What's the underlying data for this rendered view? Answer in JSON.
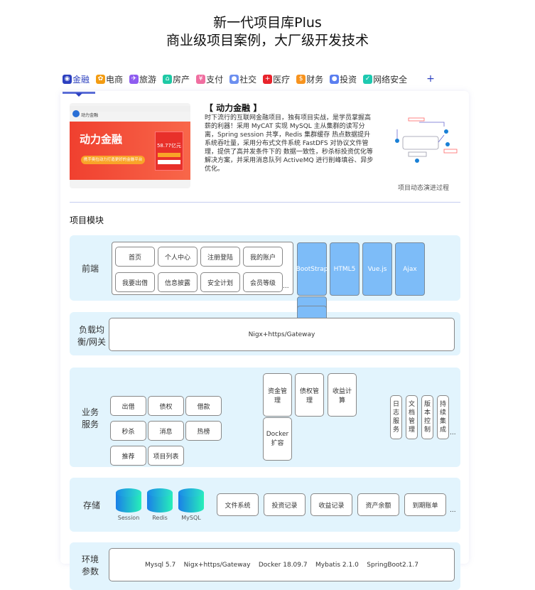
{
  "header": {
    "title": "新一代项目库Plus",
    "subtitle": "商业级项目案例，大厂级开发技术"
  },
  "tabs": [
    {
      "label": "金融",
      "icon": "finance-icon",
      "color": "#2b3fbf",
      "active": true
    },
    {
      "label": "电商",
      "icon": "shop-bag-icon",
      "color": "#f39c12"
    },
    {
      "label": "旅游",
      "icon": "airplane-icon",
      "color": "#8e5cf0"
    },
    {
      "label": "房产",
      "icon": "house-icon",
      "color": "#1ec9a5"
    },
    {
      "label": "支付",
      "icon": "payment-icon",
      "color": "#f06ea0"
    },
    {
      "label": "社交",
      "icon": "user-icon",
      "color": "#6c8ff0"
    },
    {
      "label": "医疗",
      "icon": "medical-kit-icon",
      "color": "#e8232c"
    },
    {
      "label": "财务",
      "icon": "dollar-icon",
      "color": "#f7931e"
    },
    {
      "label": "投资",
      "icon": "money-bag-icon",
      "color": "#5a7ef0"
    },
    {
      "label": "网络安全",
      "icon": "shield-icon",
      "color": "#1ec9b0"
    }
  ],
  "tab_add": "+",
  "project": {
    "thumb": {
      "brand": "动力金融",
      "amount": "58.77亿元",
      "slogan": "携手奥拉动力打造更好的金融平台"
    },
    "title": "【 动力金融 】",
    "description": "时下流行的互联网金融项目，独有项目实战，是学员掌握高薪的利器！采用 MyCAT 实现 MySQL 主从集群的读写分离，Spring session 共享，Redis 集群缓存 热点数据提升系统吞吐量，采用分布式文件系统 FastDFS 对协议文件管理，提供了高并发条件下的 数据一致性，秒杀标投资优化等解决方案，并采用消息队列 ActiveMQ 进行削峰填谷、异步优化。",
    "diagram_caption": "项目动态演进过程"
  },
  "modules_title": "项目模块",
  "frontend": {
    "label": "前端",
    "pages": [
      "首页",
      "个人中心",
      "注册登陆",
      "我的账户",
      "我要出借",
      "信息披露",
      "安全计划",
      "会员等级"
    ],
    "more": "...",
    "tech": [
      "BootStrap",
      "HTML5",
      "Vue.js",
      "Ajax"
    ]
  },
  "gateway": {
    "label": "负载均衡/网关",
    "value": "Nigx+https/Gateway"
  },
  "business": {
    "label": "业务服务",
    "items": [
      "出借",
      "债权",
      "借款",
      "秒杀",
      "消息",
      "热榜",
      "推荐",
      "项目列表"
    ],
    "mid": [
      "资金管理",
      "债权管理",
      "收益计算",
      "Docker扩容"
    ],
    "vertical": [
      "日志服务",
      "文档管理",
      "版本控制",
      "持续集成"
    ],
    "more": "..."
  },
  "storage": {
    "label": "存储",
    "dbs": [
      "Session",
      "Redis",
      "MySQL"
    ],
    "items": [
      "文件系统",
      "投资记录",
      "收益记录",
      "资产余额",
      "到期账单"
    ],
    "more": "..."
  },
  "env": {
    "label": "环境参数",
    "value": "Mysql 5.7    Nigx+https/Gateway    Docker 18.09.7    Mybatis 2.1.0    SpringBoot2.1.7"
  }
}
